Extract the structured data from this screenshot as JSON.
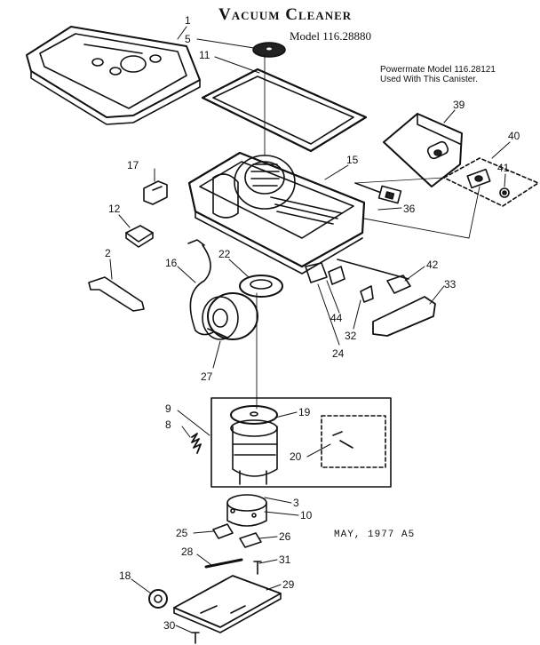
{
  "title": "Vacuum Cleaner",
  "model": "Model 116.28880",
  "note_line1": "Powermate Model 116.28121",
  "note_line2": "Used With This Canister.",
  "date_code": "MAY, 1977  A5",
  "callouts": [
    "1",
    "5",
    "11",
    "39",
    "40",
    "41",
    "15",
    "17",
    "12",
    "36",
    "2",
    "16",
    "22",
    "42",
    "33",
    "44",
    "32",
    "24",
    "27",
    "9",
    "19",
    "8",
    "20",
    "3",
    "10",
    "25",
    "26",
    "28",
    "31",
    "18",
    "29",
    "30"
  ]
}
